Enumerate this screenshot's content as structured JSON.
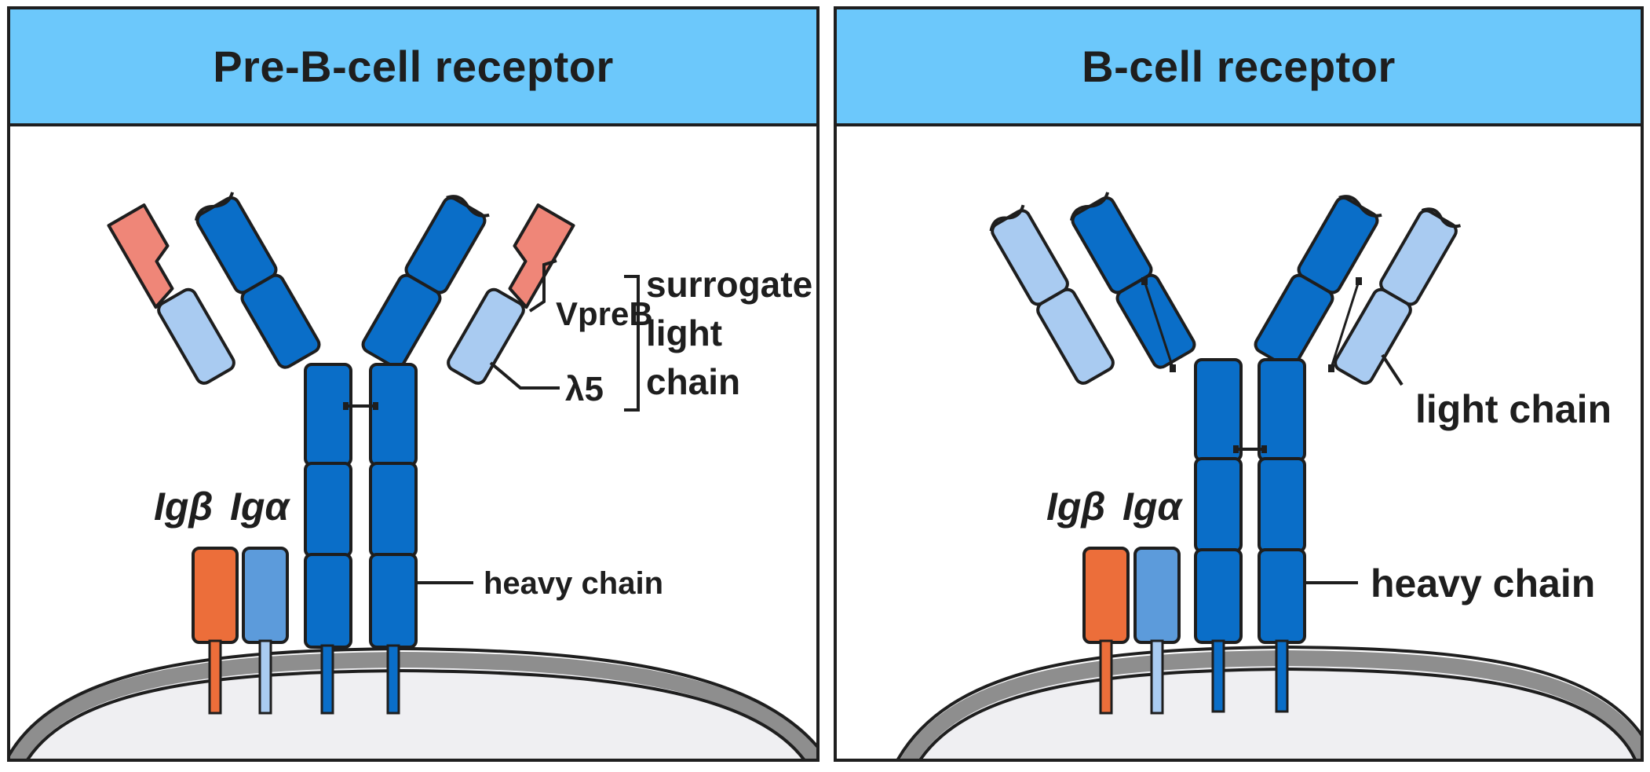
{
  "left_panel": {
    "title": "Pre-B-cell receptor",
    "labels": {
      "vpreb": "VpreB",
      "lambda5": "λ5",
      "surrogate_line1": "surrogate",
      "surrogate_line2": "light",
      "surrogate_line3": "chain",
      "ig_beta": "Igβ",
      "ig_alpha": "Igα",
      "heavy_chain": "heavy chain"
    }
  },
  "right_panel": {
    "title": "B-cell receptor",
    "labels": {
      "light_chain": "light chain",
      "ig_beta": "Igβ",
      "ig_alpha": "Igα",
      "heavy_chain": "heavy chain"
    }
  },
  "colors": {
    "header": "#6cc8fb",
    "heavy_chain": "#0a6ec8",
    "light_chain": "#a9cbf1",
    "vpreb": "#ef8678",
    "ig_beta": "#ec6e3a",
    "ig_alpha": "#5c9bdb",
    "membrane": "#8e8e8e",
    "cytoplasm": "#efeff2",
    "outline": "#1e1e1e"
  }
}
